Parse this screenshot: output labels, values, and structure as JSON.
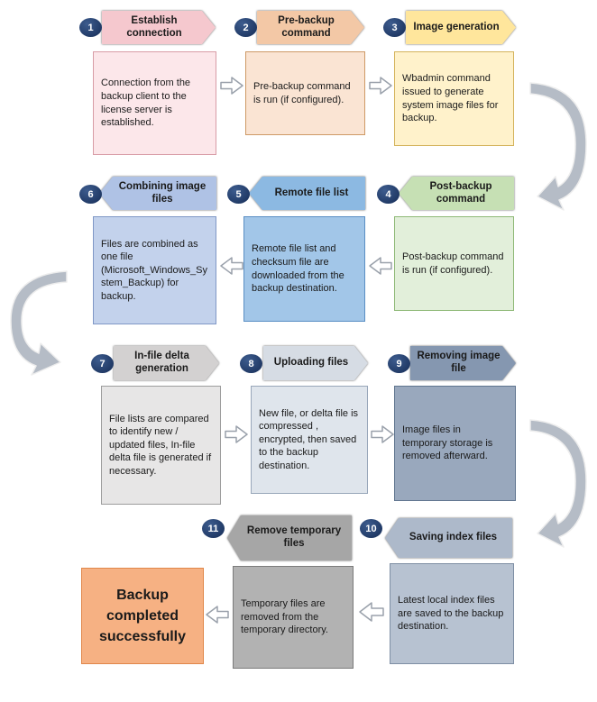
{
  "steps": [
    {
      "num": "1",
      "title": "Establish connection",
      "body": "Connection from the backup client to the license server is established.",
      "banner_color": "#F5C8CE",
      "box_color": "#FCE7EA"
    },
    {
      "num": "2",
      "title": "Pre-backup command",
      "body": "Pre-backup command is run (if configured).",
      "banner_color": "#F3C8A6",
      "box_color": "#FAE4D3"
    },
    {
      "num": "3",
      "title": "Image generation",
      "body": "Wbadmin command issued to generate system image files for backup.",
      "banner_color": "#FFE69C",
      "box_color": "#FFF2CB"
    },
    {
      "num": "4",
      "title": "Post-backup command",
      "body": "Post-backup command is run (if configured).",
      "banner_color": "#C6E0B4",
      "box_color": "#E2EFDA"
    },
    {
      "num": "5",
      "title": "Remote file list",
      "body": "Remote file list and checksum file are downloaded from the backup destination.",
      "banner_color": "#8CB9E2",
      "box_color": "#A2C6E8"
    },
    {
      "num": "6",
      "title": "Combining image files",
      "body": "Files are combined as one file (Microsoft_Windows_System_Backup) for backup.",
      "banner_color": "#AFC2E5",
      "box_color": "#C3D2EC"
    },
    {
      "num": "7",
      "title": "In-file delta generation",
      "body": "File lists are compared to identify new / updated files, In-file delta file is generated if necessary.",
      "banner_color": "#D3D1D1",
      "box_color": "#E7E6E6"
    },
    {
      "num": "8",
      "title": "Uploading files",
      "body": "New file, or delta file is compressed , encrypted, then saved to the backup destination.",
      "banner_color": "#D6DCE4",
      "box_color": "#DFE5EC"
    },
    {
      "num": "9",
      "title": "Removing image file",
      "body": "Image files in temporary storage is removed afterward.",
      "banner_color": "#8597B0",
      "box_color": "#99A8BD"
    },
    {
      "num": "10",
      "title": "Saving index files",
      "body": "Latest local index files are saved to the backup destination.",
      "banner_color": "#ADB9CA",
      "box_color": "#B7C2D1"
    },
    {
      "num": "11",
      "title": "Remove temporary files",
      "body": "Temporary files are removed from the temporary directory.",
      "banner_color": "#A6A6A6",
      "box_color": "#B2B2B2"
    }
  ],
  "final_label": "Backup completed successfully",
  "colors": {
    "number_badge": "#1F3864",
    "connector_fill": "#FFFFFF",
    "connector_stroke": "#9AA1AB",
    "curved_arrow_fill": "#B5BCC6",
    "final_fill": "#F6B183",
    "final_border": "#E0874A"
  }
}
